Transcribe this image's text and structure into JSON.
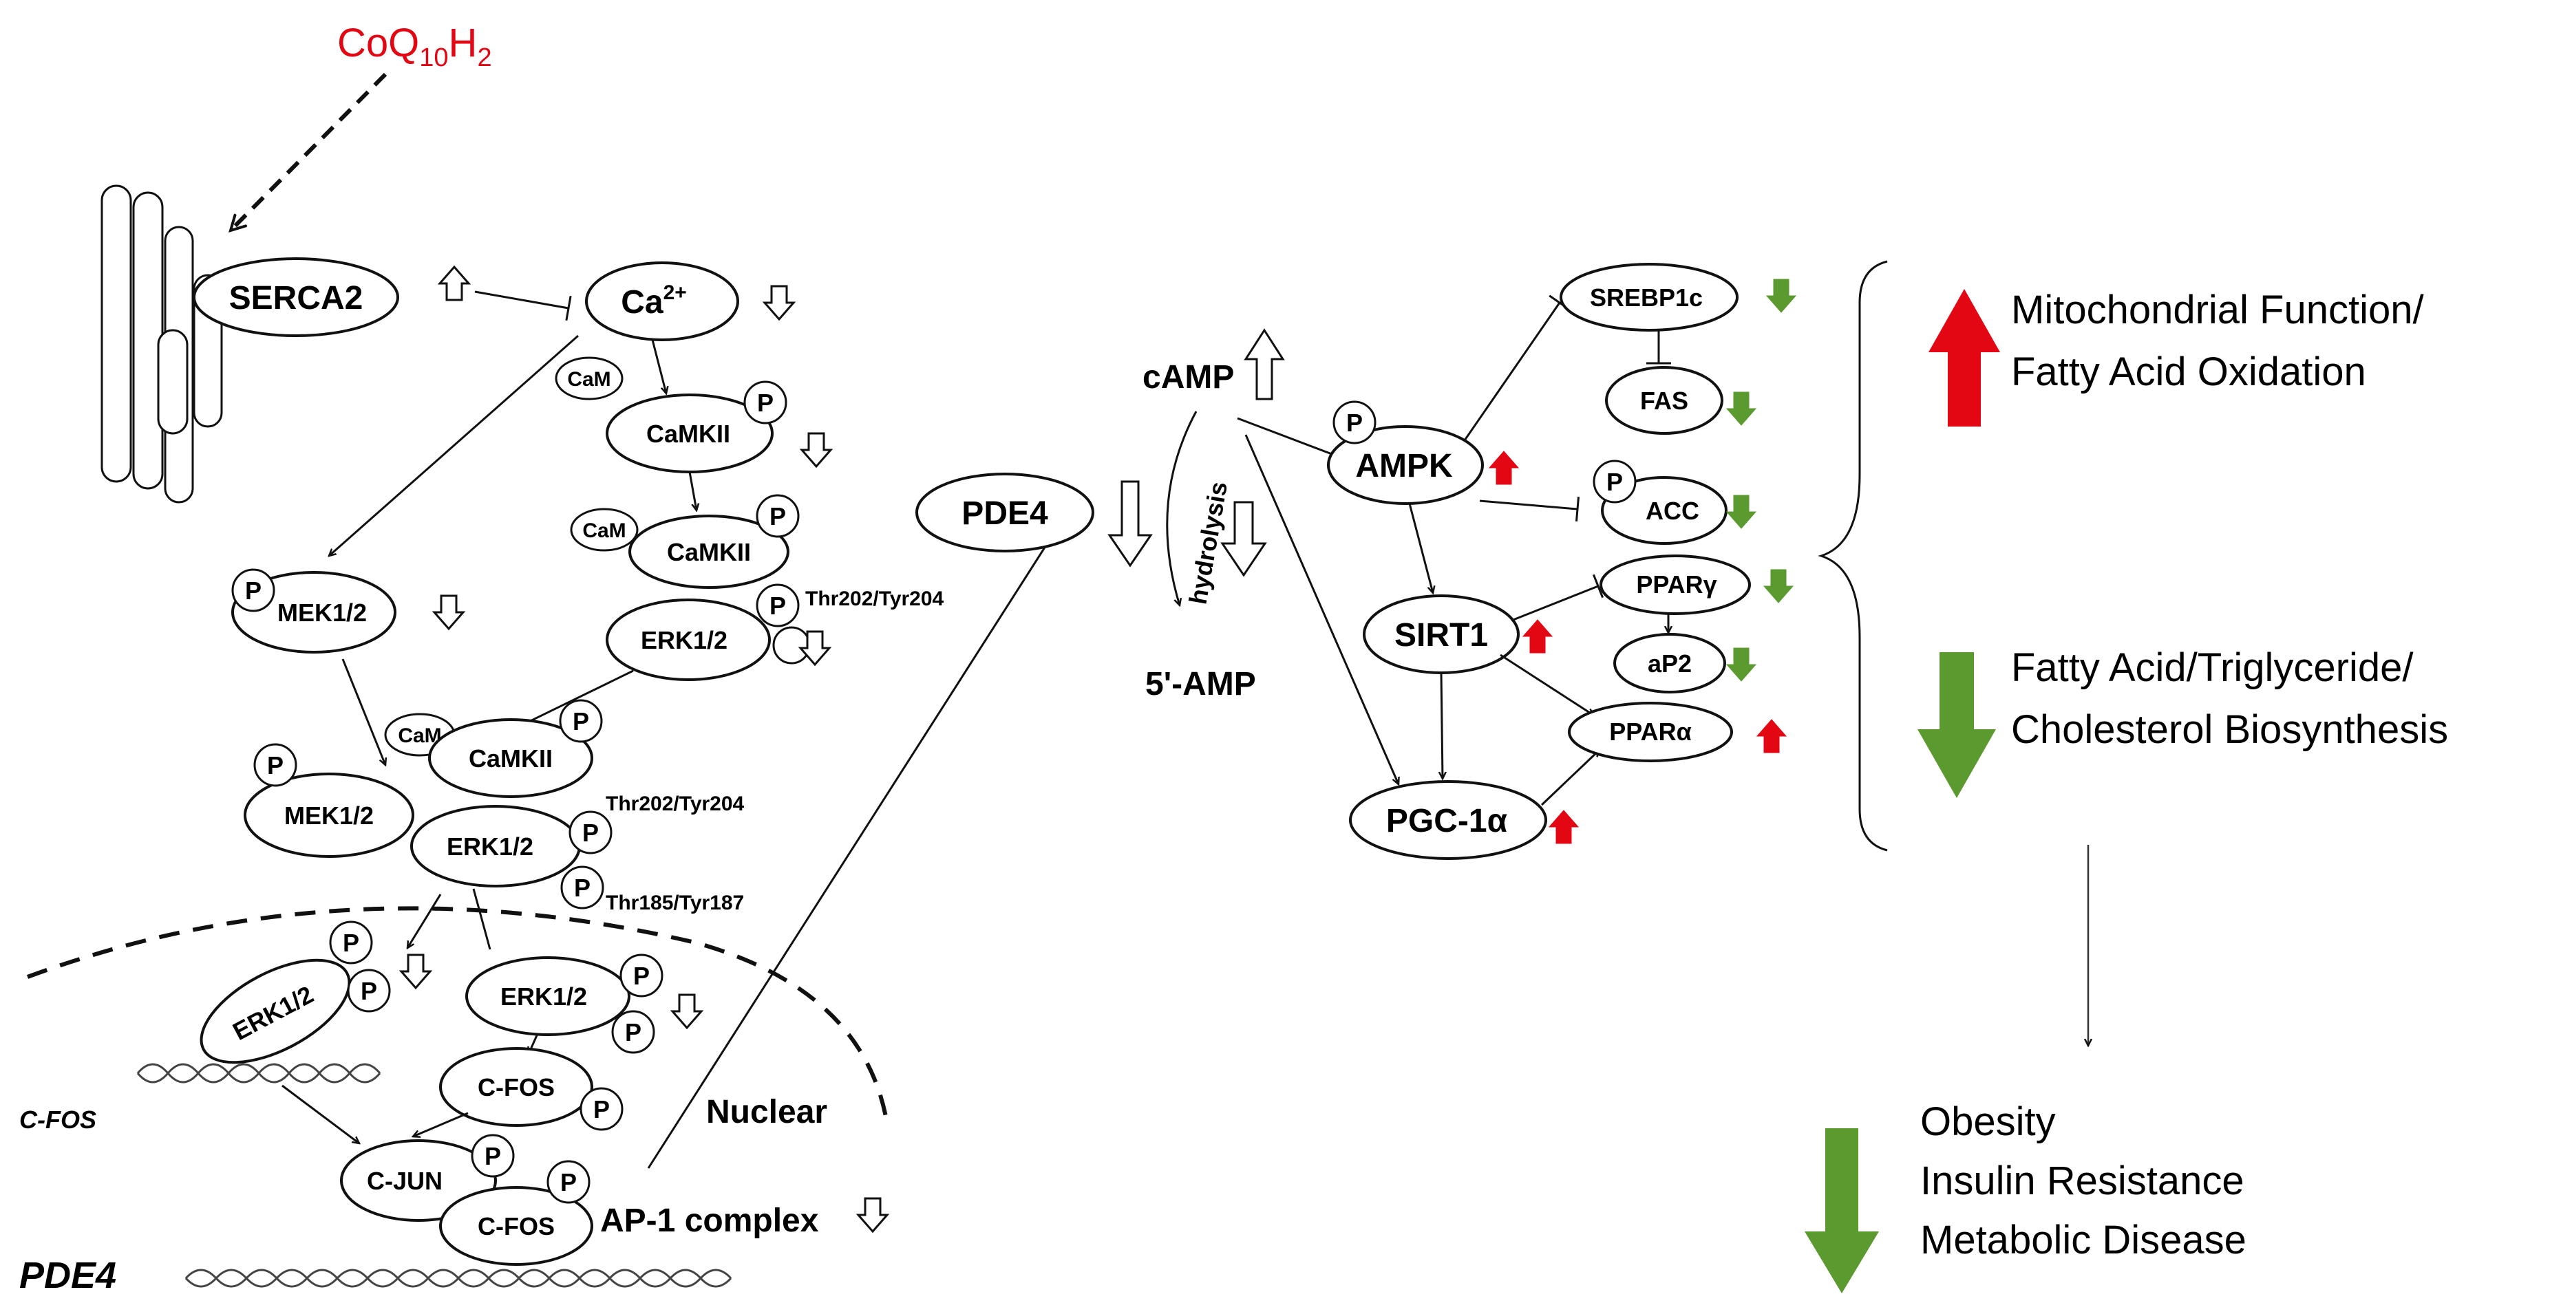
{
  "molecule": {
    "base": "CoQ",
    "sub1": "10",
    "mid": "H",
    "sub2": "2"
  },
  "nodes": {
    "serca2": "SERCA2",
    "ca": "Ca",
    "ca_sup": "2+",
    "cam": "CaM",
    "camkii": "CaMKII",
    "p": "P",
    "erk": "ERK1/2",
    "mek": "MEK1/2",
    "cfos": "C-FOS",
    "cjun": "C-JUN",
    "pde4": "PDE4",
    "camp": "cAMP",
    "amp5": "5'-AMP",
    "ampk": "AMPK",
    "sirt1": "SIRT1",
    "pgc1a": "PGC-1α",
    "srebp1c": "SREBP1c",
    "fas": "FAS",
    "acc": "ACC",
    "pparg": "PPARγ",
    "ap2": "aP2",
    "ppara": "PPARα"
  },
  "labels": {
    "thr202_1": "Thr202/Tyr204",
    "thr202_2": "Thr202/Tyr204",
    "thr185": "Thr185/Tyr187",
    "hydrolysis": "hydrolysis",
    "nuclear": "Nuclear",
    "ap1": "AP-1 complex",
    "gene_cfos": "C-FOS",
    "gene_pde4": "PDE4"
  },
  "outcomes": {
    "up_line1": "Mitochondrial Function/",
    "up_line2": "Fatty Acid Oxidation",
    "down_line1": "Fatty Acid/Triglyceride/",
    "down_line2": "Cholesterol Biosynthesis",
    "disease1": "Obesity",
    "disease2": "Insulin Resistance",
    "disease3": "Metabolic Disease"
  },
  "colors": {
    "up": "#e30613",
    "down": "#5a9a2f",
    "ink": "#111111",
    "molecule": "#e30613"
  }
}
